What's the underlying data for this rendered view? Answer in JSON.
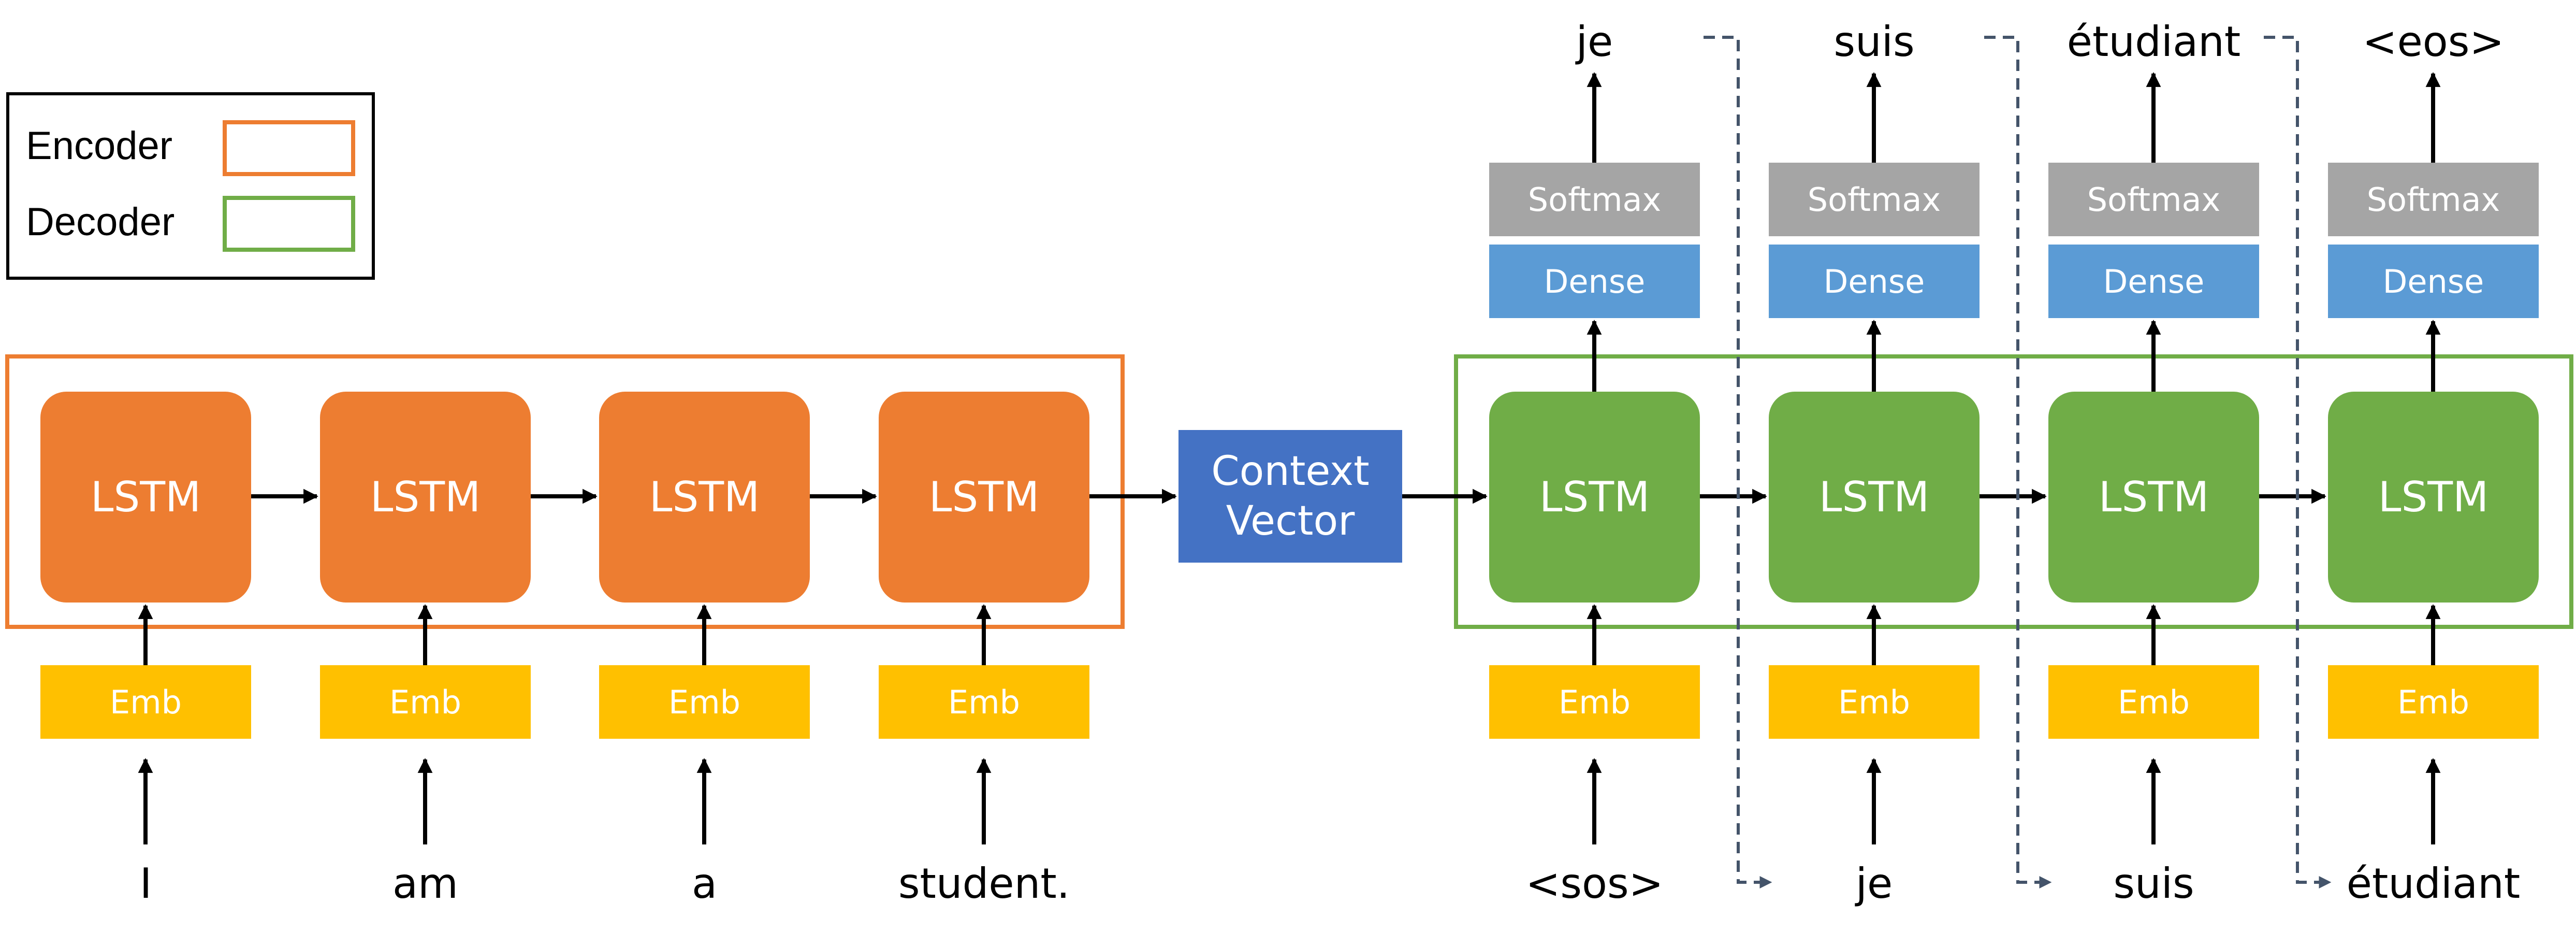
{
  "legend": {
    "encoder_label": "Encoder",
    "decoder_label": "Decoder",
    "encoder_color": "#ED7D31",
    "decoder_color": "#70AD47"
  },
  "encoder": {
    "cell_label": "LSTM",
    "emb_label": "Emb",
    "inputs": [
      "I",
      "am",
      "a",
      "student."
    ]
  },
  "context": {
    "line1": "Context",
    "line2": "Vector"
  },
  "decoder": {
    "cell_label": "LSTM",
    "emb_label": "Emb",
    "dense_label": "Dense",
    "softmax_label": "Softmax",
    "inputs": [
      "<sos>",
      "je",
      "suis",
      "étudiant"
    ],
    "outputs": [
      "je",
      "suis",
      "étudiant",
      "<eos>"
    ]
  },
  "colors": {
    "encoder_cell": "#ED7D31",
    "decoder_cell": "#70AD47",
    "embedding": "#FFC000",
    "dense": "#5B9BD5",
    "softmax": "#A5A5A5",
    "context_vector": "#4472C4",
    "dashed_arrow": "#44546A"
  }
}
